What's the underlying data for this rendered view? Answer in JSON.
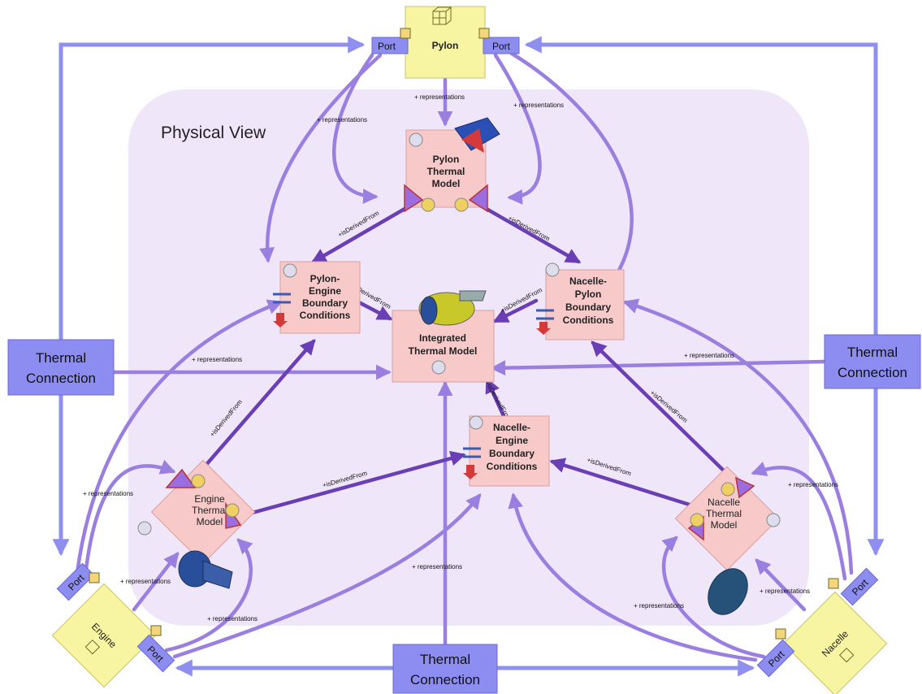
{
  "physical_view": {
    "title": "Physical View"
  },
  "labels": {
    "representations": "+ representations",
    "is_derived_from": "+isDerivedFrom"
  },
  "blocks": {
    "pylon": "Pylon",
    "engine": "Engine",
    "nacelle": "Nacelle"
  },
  "ports": {
    "port_label": "Port"
  },
  "models": {
    "pylon_thermal": [
      "Pylon",
      "Thermal",
      "Model"
    ],
    "integrated_thermal": [
      "Integrated",
      "Thermal Model"
    ],
    "engine_thermal": [
      "Engine",
      "Thermal",
      "Model"
    ],
    "nacelle_thermal": [
      "Nacelle",
      "Thermal",
      "Model"
    ]
  },
  "boundary_conditions": {
    "pylon_engine": [
      "Pylon-",
      "Engine",
      "Boundary",
      "Conditions"
    ],
    "nacelle_pylon": [
      "Nacelle-",
      "Pylon",
      "Boundary",
      "Conditions"
    ],
    "nacelle_engine": [
      "Nacelle-",
      "Engine",
      "Boundary",
      "Conditions"
    ]
  },
  "thermal_connections": {
    "left": [
      "Thermal",
      "Connection"
    ],
    "right": [
      "Thermal",
      "Connection"
    ],
    "bottom": [
      "Thermal",
      "Connection"
    ]
  },
  "colors": {
    "physical_view_bg": "#f0e6fa",
    "model_fill": "#f7c9c9",
    "block_fill": "#f8f5a2",
    "port_fill": "#8d8df1",
    "tc_fill": "#8d8df1",
    "rep_arrow": "#9a7fe0",
    "derived_arrow": "#6a3fb5",
    "connection_arrow": "#8f8ff0"
  }
}
